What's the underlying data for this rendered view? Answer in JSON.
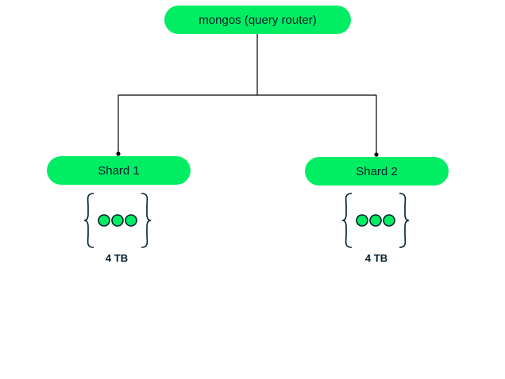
{
  "router": {
    "label": "mongos (query router)"
  },
  "shards": [
    {
      "label": "Shard 1",
      "capacity": "4 TB"
    },
    {
      "label": "Shard 2",
      "capacity": "4 TB"
    }
  ],
  "colors": {
    "node_fill": "#00ed64",
    "text": "#001e2b",
    "connector": "#000000",
    "dot_stroke": "#001e2b"
  },
  "icons": {
    "shard_data": "braces-with-three-dots-icon"
  }
}
